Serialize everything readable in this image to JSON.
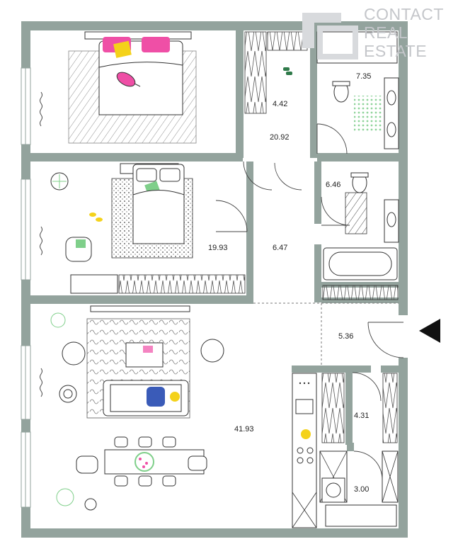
{
  "watermark": {
    "lines": [
      "CONTACT",
      "REAL",
      "ESTATE"
    ]
  },
  "rooms": {
    "master_bedroom": "",
    "closet_a": "4.42",
    "bathroom_a": "7.35",
    "hallway_a": "20.92",
    "bedroom_2": "19.93",
    "hallway_b": "6.47",
    "bathroom_b": "6.46",
    "entrance": "5.36",
    "living_kitchen": "41.93",
    "closet_b": "4.31",
    "utility": "3.00"
  },
  "colors": {
    "wall": "#93a39d",
    "window": "#ffffff",
    "furniture_line": "#333333",
    "accent_pink": "#ef4fa6",
    "accent_yellow": "#f4d21a",
    "accent_green": "#7fcf8a",
    "accent_blue": "#3a5bb8"
  },
  "icons": [
    "entrance-arrow-icon",
    "watermark-logo-icon"
  ]
}
